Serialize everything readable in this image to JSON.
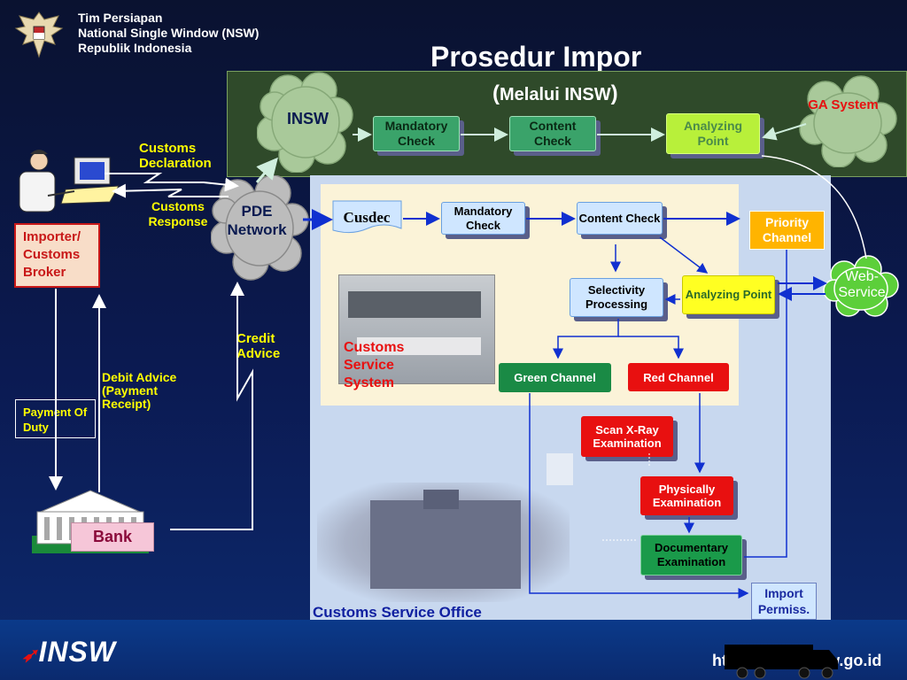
{
  "header": {
    "org_line1": "Tim Persiapan",
    "org_line2": "National Single Window (NSW)",
    "org_line3": "Republik Indonesia",
    "title": "Prosedur Impor",
    "subtitle_paren_open": "(",
    "subtitle": "Melalui INSW",
    "subtitle_paren_close": ")"
  },
  "insw_panel": {
    "insw_cloud": "INSW",
    "mandatory_check": "Mandatory Check",
    "content_check": "Content Check",
    "analyzing_point": "Analyzing Point",
    "ga_system": "GA System"
  },
  "left": {
    "customs_declaration": "Customs Declaration",
    "customs_response": "Customs Response",
    "pde_network": "PDE Network",
    "importer": "Importer/ Customs Broker",
    "credit_advice": "Credit Advice",
    "debit_advice": "Debit Advice (Payment Receipt)",
    "payment_of_duty": "Payment Of Duty",
    "bank": "Bank"
  },
  "office": {
    "cusdec": "Cusdec",
    "mandatory_check": "Mandatory Check",
    "content_check": "Content Check",
    "priority_channel": "Priority Channel",
    "web_service": "Web-Service",
    "selectivity_processing": "Selectivity Processing",
    "analyzing_point": "Analyzing Point",
    "customs_service_system": "Customs Service System",
    "green_channel": "Green Channel",
    "red_channel": "Red Channel",
    "scan_xray": "Scan X-Ray Examination",
    "physically": "Physically Examination",
    "documentary": "Documentary Examination",
    "import_permiss": "Import Permiss.",
    "office_label": "Customs Service Office"
  },
  "footer": {
    "logo_text": "INSW",
    "url_partial_left": "ht",
    "url_partial_right": "w.go.id"
  },
  "colors": {
    "background": "#0b1a52",
    "panel_green": "#2f4a2a",
    "yellow_text": "#ffff00"
  }
}
